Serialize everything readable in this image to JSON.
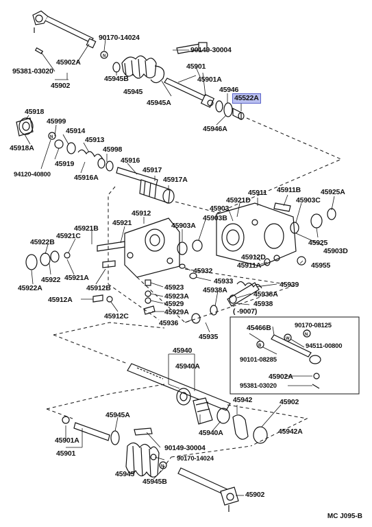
{
  "labels": [
    {
      "id": "45902-top-a",
      "text": "45902A"
    },
    {
      "id": "90170-14024-top",
      "text": "90170-14024"
    },
    {
      "id": "90149-30004-top",
      "text": "90149-30004"
    },
    {
      "id": "95381-03020-top",
      "text": "95381-03020"
    },
    {
      "id": "45902-top",
      "text": "45902"
    },
    {
      "id": "45901",
      "text": "45901"
    },
    {
      "id": "45945b-top",
      "text": "45945B"
    },
    {
      "id": "45901a-top",
      "text": "45901A"
    },
    {
      "id": "45945",
      "text": "45945"
    },
    {
      "id": "45946",
      "text": "45946"
    },
    {
      "id": "45522a",
      "text": "45522A"
    },
    {
      "id": "45945a",
      "text": "45945A"
    },
    {
      "id": "45946a",
      "text": "45946A"
    },
    {
      "id": "45918",
      "text": "45918"
    },
    {
      "id": "45999",
      "text": "45999"
    },
    {
      "id": "45914",
      "text": "45914"
    },
    {
      "id": "45913",
      "text": "45913"
    },
    {
      "id": "45998",
      "text": "45998"
    },
    {
      "id": "45916",
      "text": "45916"
    },
    {
      "id": "45918a",
      "text": "45918A"
    },
    {
      "id": "45919",
      "text": "45919"
    },
    {
      "id": "45917",
      "text": "45917"
    },
    {
      "id": "94120-40800",
      "text": "94120-40800"
    },
    {
      "id": "45916a",
      "text": "45916A"
    },
    {
      "id": "45917a",
      "text": "45917A"
    },
    {
      "id": "45911",
      "text": "45911"
    },
    {
      "id": "45911b",
      "text": "45911B"
    },
    {
      "id": "45925a",
      "text": "45925A"
    },
    {
      "id": "45921d",
      "text": "45921D"
    },
    {
      "id": "45903",
      "text": "45903"
    },
    {
      "id": "45903c",
      "text": "45903C"
    },
    {
      "id": "45912",
      "text": "45912"
    },
    {
      "id": "45903b",
      "text": "45903B"
    },
    {
      "id": "45921",
      "text": "45921"
    },
    {
      "id": "45921b",
      "text": "45921B"
    },
    {
      "id": "45903a",
      "text": "45903A"
    },
    {
      "id": "45921c",
      "text": "45921C"
    },
    {
      "id": "45925",
      "text": "45925"
    },
    {
      "id": "45922b",
      "text": "45922B"
    },
    {
      "id": "45903d",
      "text": "45903D"
    },
    {
      "id": "45912d",
      "text": "45912D"
    },
    {
      "id": "45911a",
      "text": "45911A"
    },
    {
      "id": "45955",
      "text": "45955"
    },
    {
      "id": "45932",
      "text": "45932"
    },
    {
      "id": "45922",
      "text": "45922"
    },
    {
      "id": "45921a",
      "text": "45921A"
    },
    {
      "id": "45922a",
      "text": "45922A"
    },
    {
      "id": "45912b",
      "text": "45912B"
    },
    {
      "id": "45933",
      "text": "45933"
    },
    {
      "id": "45939",
      "text": "45939"
    },
    {
      "id": "45923",
      "text": "45923"
    },
    {
      "id": "45938a-1",
      "text": "45938A"
    },
    {
      "id": "45938a-2",
      "text": "45938A"
    },
    {
      "id": "45923a",
      "text": "45923A"
    },
    {
      "id": "45912a",
      "text": "45912A"
    },
    {
      "id": "45929",
      "text": "45929"
    },
    {
      "id": "45938",
      "text": "45938"
    },
    {
      "id": "45912c",
      "text": "45912C"
    },
    {
      "id": "45929a",
      "text": "45929A"
    },
    {
      "id": "9007",
      "text": "( -9007)"
    },
    {
      "id": "45936",
      "text": "45936"
    },
    {
      "id": "45935",
      "text": "45935"
    },
    {
      "id": "45466b",
      "text": "45466B"
    },
    {
      "id": "90170-08125",
      "text": "90170-08125"
    },
    {
      "id": "94511-00800",
      "text": "94511-00800"
    },
    {
      "id": "90101-08285",
      "text": "90101-08285"
    },
    {
      "id": "45940",
      "text": "45940"
    },
    {
      "id": "45940a-1",
      "text": "45940A"
    },
    {
      "id": "45902a-box",
      "text": "45902A"
    },
    {
      "id": "95381-03020-box",
      "text": "95381-03020"
    },
    {
      "id": "45942",
      "text": "45942"
    },
    {
      "id": "45902-box",
      "text": "45902"
    },
    {
      "id": "45945a-bot",
      "text": "45945A"
    },
    {
      "id": "45940a-2",
      "text": "45940A"
    },
    {
      "id": "45942a",
      "text": "45942A"
    },
    {
      "id": "45901a-bot",
      "text": "45901A"
    },
    {
      "id": "90149-30004-bot",
      "text": "90149-30004"
    },
    {
      "id": "45901-bot",
      "text": "45901"
    },
    {
      "id": "90170-14024-bot",
      "text": "90170-14024"
    },
    {
      "id": "45945-bot",
      "text": "45945"
    },
    {
      "id": "45945b-bot",
      "text": "45945B"
    },
    {
      "id": "45902-bot",
      "text": "45902"
    }
  ],
  "footer": "MC J095-B",
  "highlight_color": "#b9bff0"
}
